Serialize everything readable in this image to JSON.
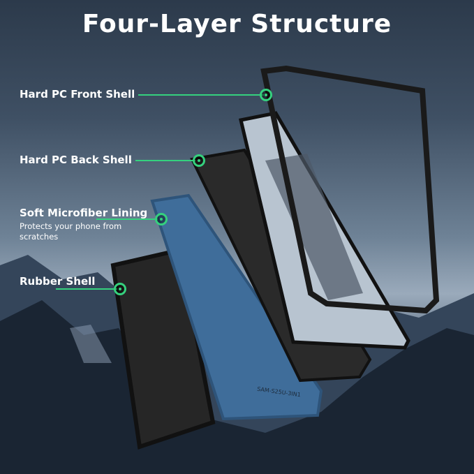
{
  "title": "Four-Layer Structure",
  "layers": [
    {
      "label": "Hard PC Front Shell"
    },
    {
      "label": "Hard PC Back Shell"
    },
    {
      "label": "Soft Microfiber Lining",
      "description": "Protects your phone from scratches"
    },
    {
      "label": "Rubber Shell"
    }
  ],
  "model_marking": "SAM-S25U-3IN1",
  "colors": {
    "accent": "#35d17e",
    "case_blue": "#3f6d9a",
    "shell_black": "#1a1a1a"
  }
}
